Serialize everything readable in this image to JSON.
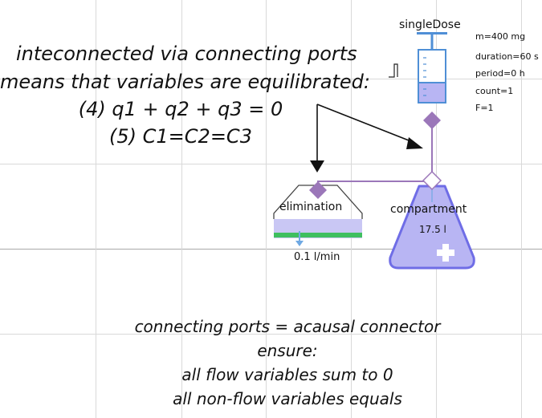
{
  "annotations": {
    "top_lines": [
      "inteconnected via connecting ports",
      "means that variables are equilibrated:",
      "(4) q1 + q2 + q3 = 0",
      "(5) C1=C2=C3"
    ],
    "bottom_lines": [
      "connecting ports = acausal connector",
      "ensure:",
      "all flow variables sum to 0",
      "all non-flow variables equals"
    ]
  },
  "components": {
    "single_dose": {
      "name": "singleDose",
      "params": [
        "m=400 mg",
        "duration=60 s",
        "period=0 h",
        "count=1",
        "F=1"
      ]
    },
    "elimination": {
      "name": "elimination",
      "value": "0.1 l/min"
    },
    "compartment": {
      "name": "compartment",
      "value": "17.5 l"
    }
  },
  "colors": {
    "port": "#9b77b9",
    "connection": "#9b77b9",
    "vessel_fill": "#b8b5f3",
    "vessel_stroke": "#6f6de6",
    "green": "#3fbf5f",
    "grid": "#d9d9d9",
    "syringe_blue": "#4f8fd6"
  }
}
